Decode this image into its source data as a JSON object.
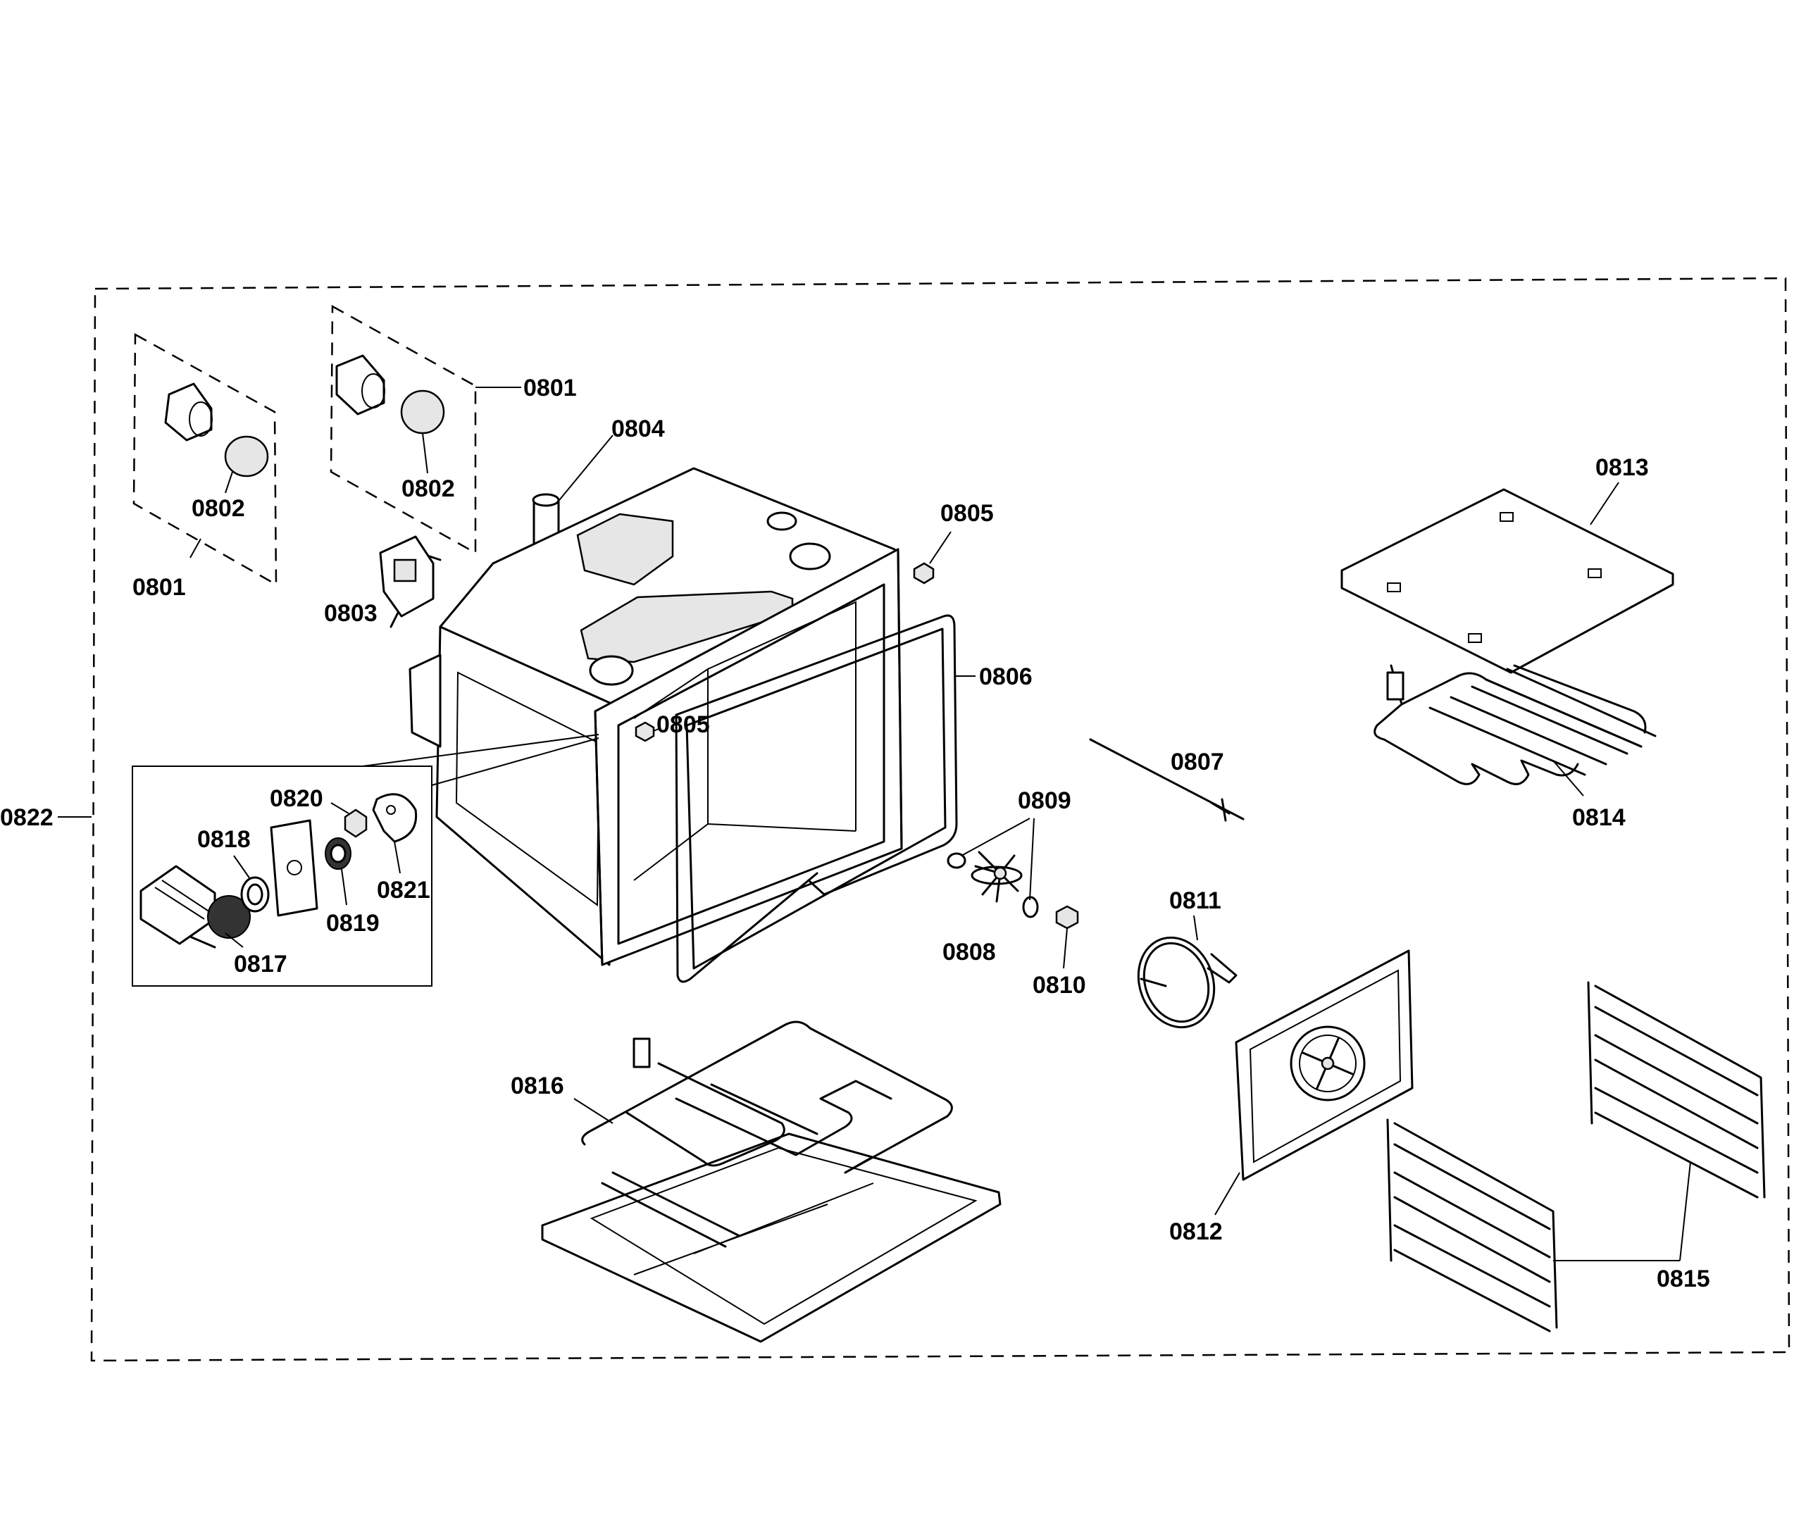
{
  "labels": {
    "p0801_left": "0801",
    "p0801_right": "0801",
    "p0802_left": "0802",
    "p0802_right": "0802",
    "p0803": "0803",
    "p0804": "0804",
    "p0805_top": "0805",
    "p0805_mid": "0805",
    "p0806": "0806",
    "p0807": "0807",
    "p0808": "0808",
    "p0809": "0809",
    "p0810": "0810",
    "p0811": "0811",
    "p0812": "0812",
    "p0813": "0813",
    "p0814": "0814",
    "p0815": "0815",
    "p0816": "0816",
    "p0817": "0817",
    "p0818": "0818",
    "p0819": "0819",
    "p0820": "0820",
    "p0821": "0821",
    "p0822": "0822"
  }
}
